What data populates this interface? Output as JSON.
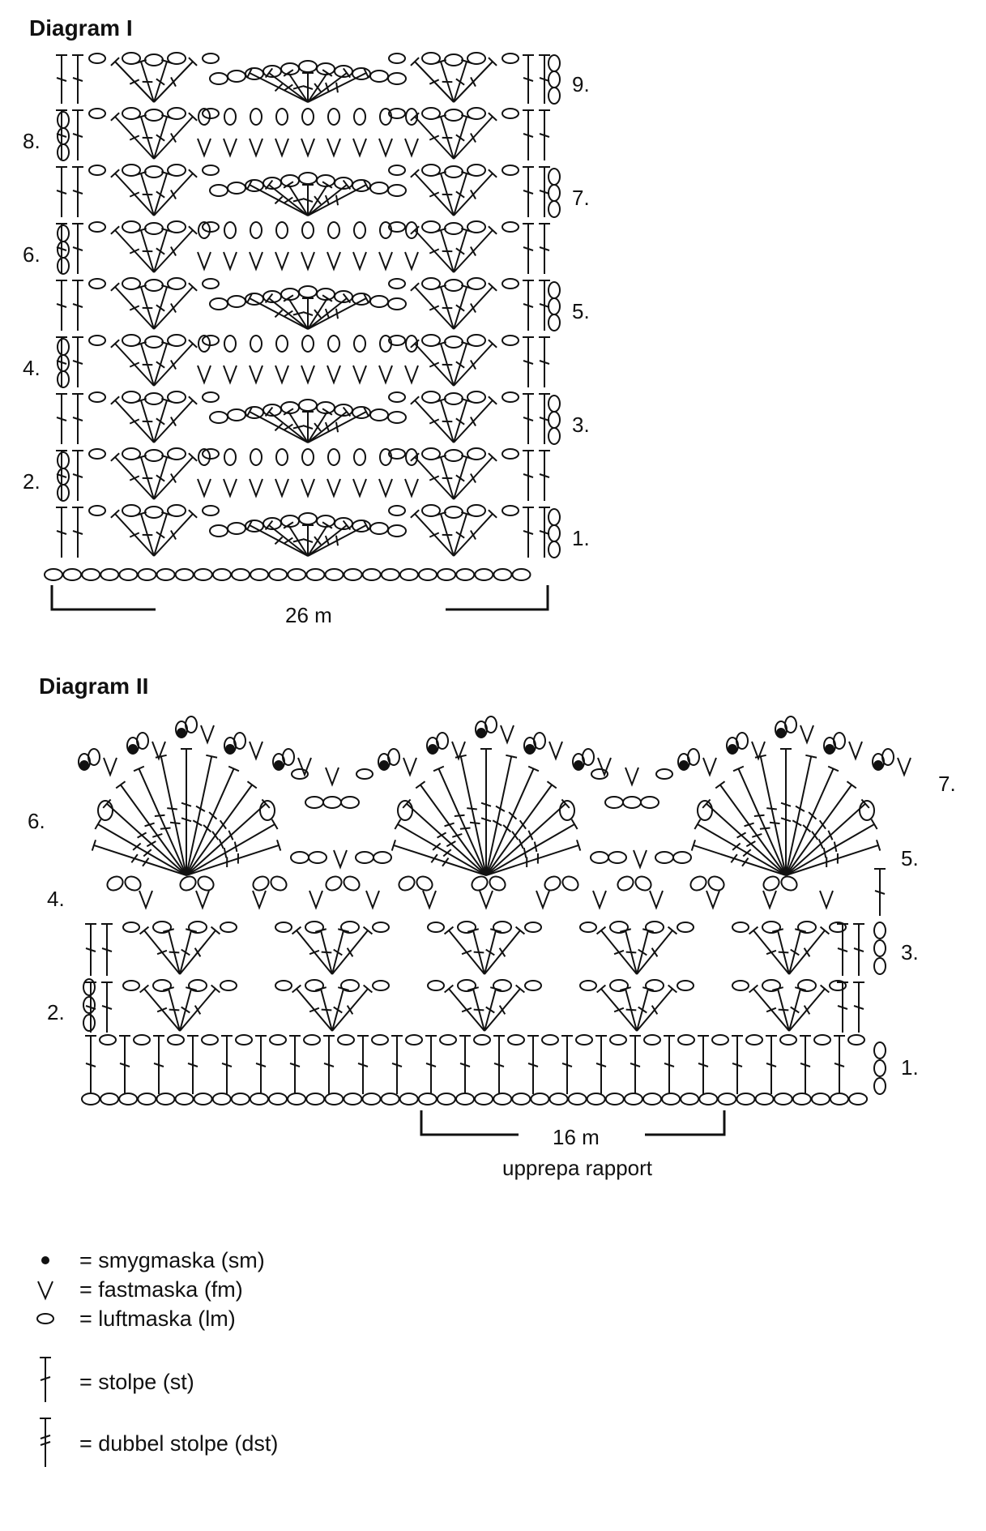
{
  "diagram1": {
    "title": "Diagram I",
    "row_labels_left": [
      "8.",
      "6.",
      "4.",
      "2."
    ],
    "row_labels_right": [
      "9.",
      "7.",
      "5.",
      "3.",
      "1."
    ],
    "span_label": "26 m"
  },
  "diagram2": {
    "title": "Diagram II",
    "row_labels_left": [
      "6.",
      "4.",
      "2."
    ],
    "row_labels_right": [
      "7.",
      "5.",
      "3.",
      "1."
    ],
    "span_label": "16 m",
    "span_sub": "upprepa rapport"
  },
  "legend": [
    {
      "symbol": "dot-icon",
      "text": "= smygmaska (sm)"
    },
    {
      "symbol": "v-icon",
      "text": "= fastmaska (fm)"
    },
    {
      "symbol": "oval-icon",
      "text": "= luftmaska (lm)"
    },
    {
      "symbol": "stolpe-icon",
      "text": "= stolpe (st)"
    },
    {
      "symbol": "dubbel-stolpe-icon",
      "text": "= dubbel stolpe (dst)"
    }
  ]
}
